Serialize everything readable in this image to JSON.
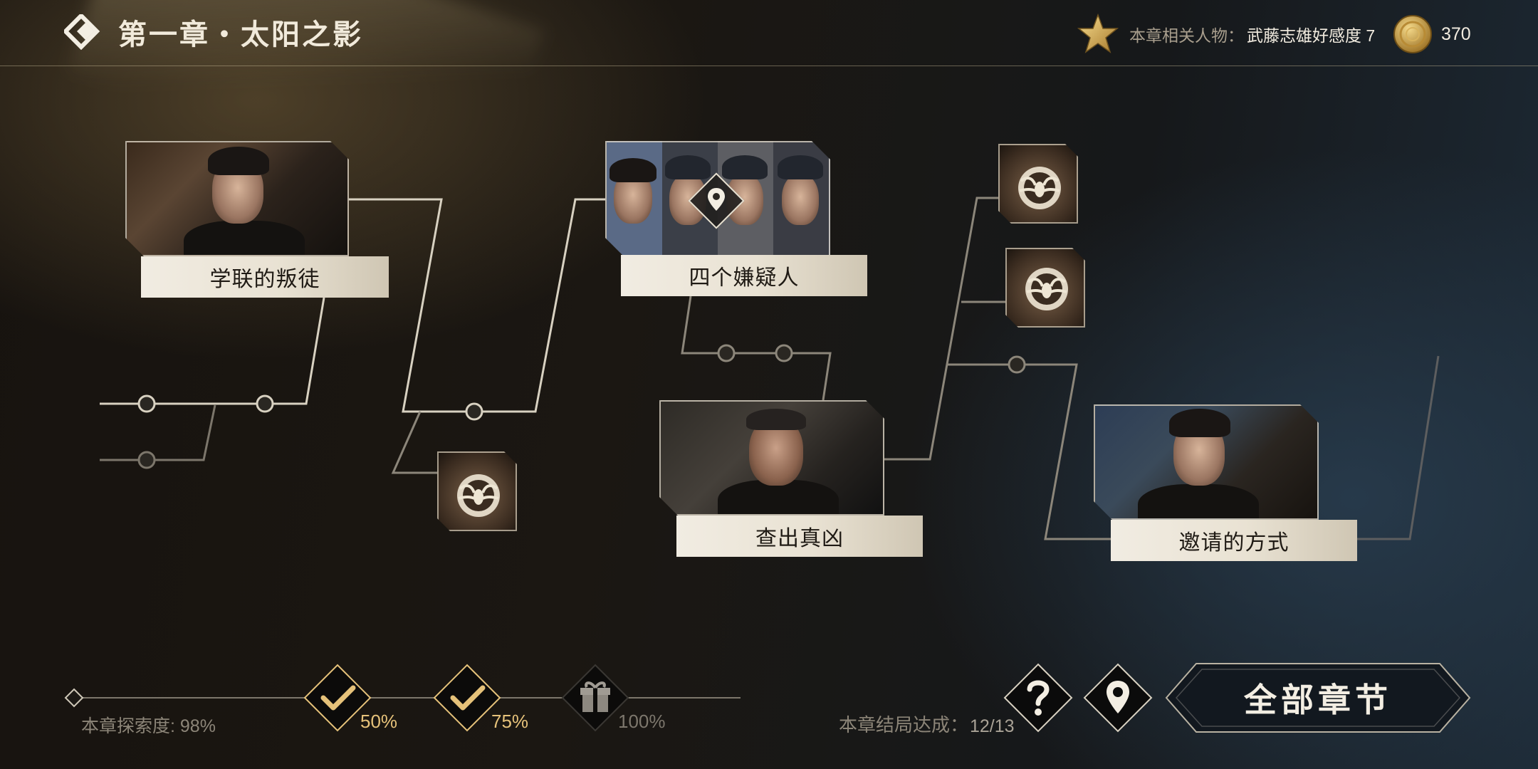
{
  "header": {
    "title": "第一章・太阳之影",
    "affinity_label": "本章相关人物：",
    "affinity_value": "武藤志雄好感度 7",
    "coins": "370"
  },
  "nodes": [
    {
      "label": "学联的叛徒"
    },
    {
      "label": "四个嫌疑人"
    },
    {
      "label": "查出真凶"
    },
    {
      "label": "邀请的方式"
    }
  ],
  "progress": {
    "label": "本章探索度:",
    "value": "98%",
    "value_fraction": 0.98,
    "milestones": [
      {
        "label": "50%",
        "state": "claimed"
      },
      {
        "label": "75%",
        "state": "claimed"
      },
      {
        "label": "100%",
        "state": "locked"
      }
    ]
  },
  "ending": {
    "label": "本章结局达成：",
    "value": "12/13"
  },
  "buttons": {
    "all_chapters": "全部章节"
  },
  "colors": {
    "accent_gold": "#e6c27a",
    "label_bg": "#ece6d8",
    "line": "#cfc8b8"
  },
  "icons": [
    "back-icon",
    "star-icon",
    "coin-icon",
    "location-pin-icon",
    "spider-emblem-icon",
    "checkmark-icon",
    "gift-icon",
    "question-icon"
  ]
}
